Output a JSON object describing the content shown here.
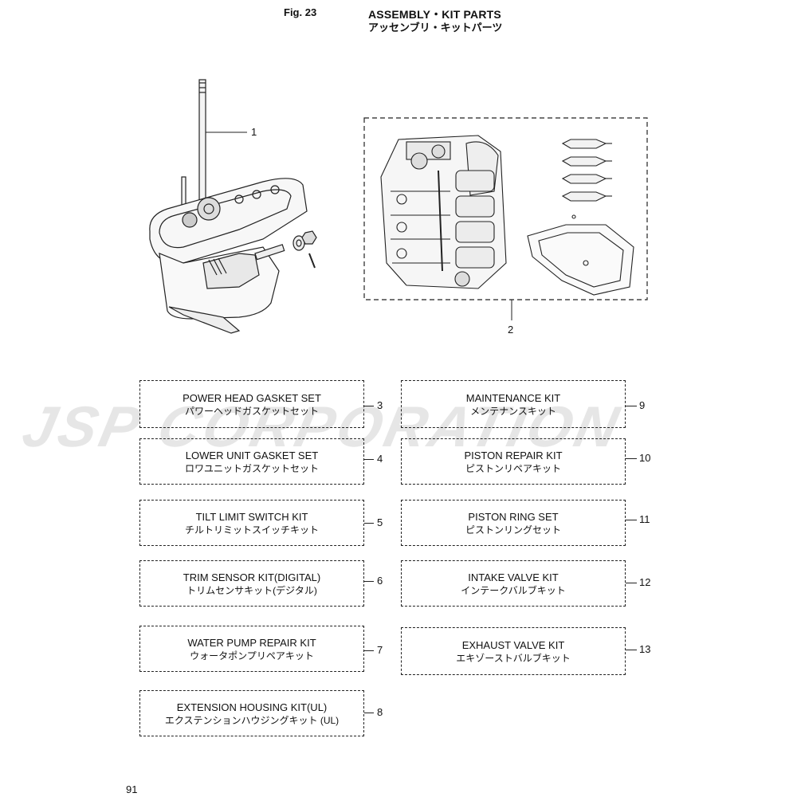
{
  "header": {
    "fig_label": "Fig. 23",
    "title_en": "ASSEMBLY・KIT PARTS",
    "title_jp": "アッセンブリ・キットパーツ"
  },
  "watermark": "JSP CORPORATION",
  "assemblies": [
    {
      "number": "1"
    },
    {
      "number": "2"
    }
  ],
  "kits": [
    {
      "number": "3",
      "name_en": "POWER HEAD GASKET SET",
      "name_jp": "パワーヘッドガスケットセット"
    },
    {
      "number": "4",
      "name_en": "LOWER UNIT GASKET SET",
      "name_jp": "ロワユニットガスケットセット"
    },
    {
      "number": "5",
      "name_en": "TILT LIMIT SWITCH KIT",
      "name_jp": "チルトリミットスイッチキット"
    },
    {
      "number": "6",
      "name_en": "TRIM SENSOR KIT(DIGITAL)",
      "name_jp": "トリムセンサキット(デジタル)"
    },
    {
      "number": "7",
      "name_en": "WATER PUMP REPAIR KIT",
      "name_jp": "ウォータポンプリペアキット"
    },
    {
      "number": "8",
      "name_en": "EXTENSION HOUSING KIT(UL)",
      "name_jp": "エクステンションハウジングキット (UL)"
    },
    {
      "number": "9",
      "name_en": "MAINTENANCE KIT",
      "name_jp": "メンテナンスキット"
    },
    {
      "number": "10",
      "name_en": "PISTON REPAIR  KIT",
      "name_jp": "ピストンリペアキット"
    },
    {
      "number": "11",
      "name_en": "PISTON RING SET",
      "name_jp": "ピストンリングセット"
    },
    {
      "number": "12",
      "name_en": "INTAKE VALVE KIT",
      "name_jp": "インテークバルブキット"
    },
    {
      "number": "13",
      "name_en": "EXHAUST VALVE KIT",
      "name_jp": "エキゾーストバルブキット"
    }
  ],
  "page_number": "91"
}
